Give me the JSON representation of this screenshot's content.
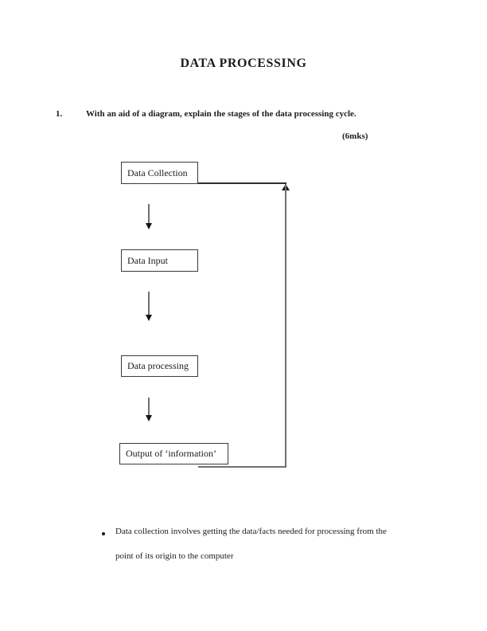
{
  "document": {
    "title": "DATA PROCESSING",
    "question": {
      "number": "1.",
      "text": "With an aid of a diagram, explain the stages of the data processing cycle.",
      "marks": "(6mks)"
    },
    "diagram": {
      "boxes": [
        {
          "id": "data-collection",
          "label": "Data Collection"
        },
        {
          "id": "data-input",
          "label": "Data Input"
        },
        {
          "id": "data-processing",
          "label": "Data processing"
        },
        {
          "id": "output-of-information",
          "label": "Output of ‘information’"
        }
      ],
      "connectors": [
        "down-arrow from Data Collection to Data Input",
        "down-arrow from Data Input to Data processing",
        "down-arrow from Data processing to Output of information",
        "feedback loop from Output back up to Data Collection with up-arrow"
      ]
    },
    "bullet": {
      "marker": "•",
      "lines": [
        "Data collection involves getting the data/facts needed for processing from the",
        "point of its origin to the computer"
      ]
    },
    "colors": {
      "ink": "#1c1c1c",
      "connector_gray": "#6f6f6f",
      "background": "#ffffff"
    }
  }
}
